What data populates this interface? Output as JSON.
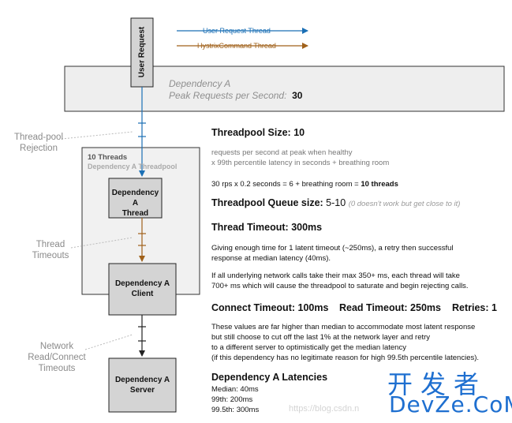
{
  "legend": {
    "user_request_thread": "User Request Thread",
    "hystrix_command_thread": "HystrixCommand Thread",
    "blue_color": "#1a6fb5",
    "brown_color": "#a0611a"
  },
  "user_request_label": "User Request",
  "dependency_band": {
    "title": "Dependency A",
    "peak_label": "Peak Requests per Second:",
    "peak_value": "30"
  },
  "side_labels": {
    "threadpool_rejection": [
      "Thread-pool",
      "Rejection"
    ],
    "thread_timeouts": [
      "Thread",
      "Timeouts"
    ],
    "network_timeouts": [
      "Network",
      "Read/Connect",
      "Timeouts"
    ]
  },
  "threadpool_box": {
    "title": "10 Threads",
    "subtitle": "Dependency A Threadpool"
  },
  "boxes": {
    "thread": [
      "Dependency A",
      "Thread"
    ],
    "client": [
      "Dependency A",
      "Client"
    ],
    "server": [
      "Dependency A",
      "Server"
    ]
  },
  "threadpool_size": {
    "label": "Threadpool Size:",
    "value": "10",
    "line1": "requests per second at peak when healthy",
    "line2": "x 99th percentile latency in seconds + breathing room",
    "calc_prefix": "30 rps x 0.2 seconds = 6 + breathing room = ",
    "calc_result": "10 threads"
  },
  "queue_size": {
    "label": "Threadpool Queue size:",
    "value": "5-10",
    "note": "(0 doesn't work but get close to it)"
  },
  "thread_timeout": {
    "label": "Thread Timeout:",
    "value": "300ms",
    "para1": [
      "Giving enough time for 1 latent timeout (~250ms), a retry then successful",
      "response at median latency (40ms)."
    ],
    "para2": [
      "If all underlying network calls take their max 350+ ms, each thread will take",
      "700+ ms which will cause the threadpool to saturate and begin rejecting calls."
    ]
  },
  "timeouts_row": {
    "connect": "Connect Timeout: 100ms",
    "read": "Read Timeout: 250ms",
    "retries": "Retries: 1"
  },
  "timeouts_para": [
    "These values are far higher than median to accommodate most latent response",
    "but still choose to cut off the last 1% at the network layer and retry",
    "to a different server to optimistically get the median latency",
    "(if this dependency has no legitimate reason for high 99.5th percentile latencies)."
  ],
  "latencies": {
    "title": "Dependency A Latencies",
    "median": "Median: 40ms",
    "p99": "99th: 200ms",
    "p995": "99.5th: 300ms"
  },
  "watermarks": {
    "url": "https://blog.csdn.n",
    "brand_zh": "开发者",
    "brand_en": "DevZe.CoM"
  }
}
